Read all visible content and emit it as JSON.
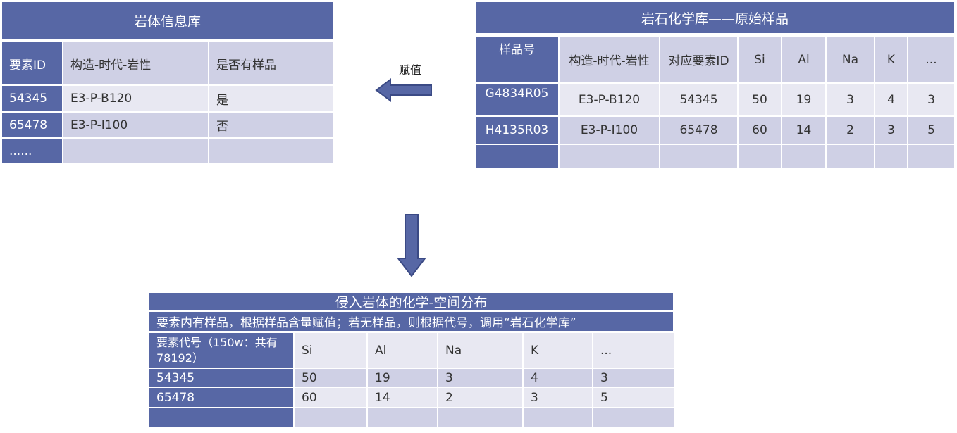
{
  "table1": {
    "title": "岩体信息库",
    "headers": [
      "要素ID",
      "构造-时代-岩性",
      "是否有样品"
    ],
    "rows": [
      [
        "54345",
        "E3-P-B120",
        "是"
      ],
      [
        "65478",
        "E3-P-I100",
        "否"
      ],
      [
        "......",
        "",
        ""
      ]
    ]
  },
  "table2": {
    "title": "岩石化学库——原始样品",
    "headers": [
      "样品号",
      "构造-时代-岩性",
      "对应要素ID",
      "Si",
      "Al",
      "Na",
      "K",
      "..."
    ],
    "rows": [
      [
        "G4834R05",
        "E3-P-B120",
        "54345",
        "50",
        "19",
        "3",
        "4",
        "3"
      ],
      [
        "H4135R03",
        "E3-P-I100",
        "65478",
        "60",
        "14",
        "2",
        "3",
        "5"
      ],
      [
        "",
        "",
        "",
        "",
        "",
        "",
        "",
        ""
      ]
    ]
  },
  "arrow_label": "赋值",
  "table3": {
    "title": "侵入岩体的化学-空间分布",
    "subtitle": "要素内有样品，根据样品含量赋值；若无样品，则根据代号，调用“岩石化学库”",
    "headers": [
      "要素代号（150w：共有78192）",
      "Si",
      "Al",
      "Na",
      "K",
      "..."
    ],
    "rows": [
      [
        "54345",
        "50",
        "19",
        "3",
        "4",
        "3"
      ],
      [
        "65478",
        "60",
        "14",
        "2",
        "3",
        "5"
      ],
      [
        "",
        "",
        "",
        "",
        "",
        ""
      ]
    ]
  }
}
